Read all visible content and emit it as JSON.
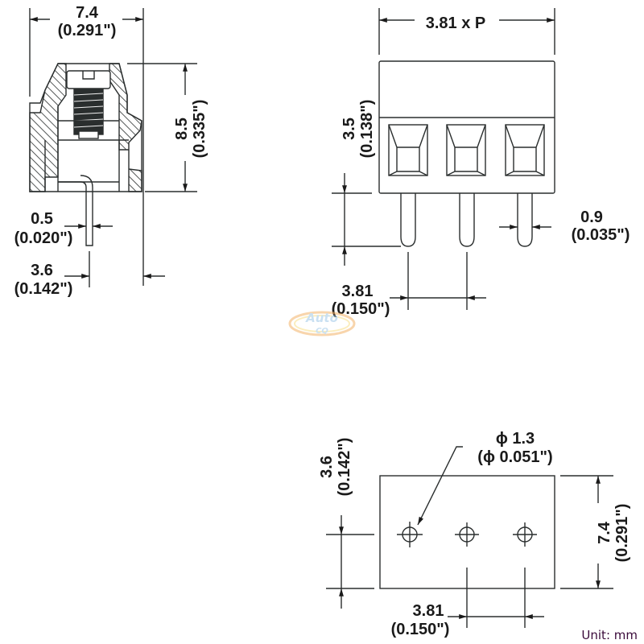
{
  "title": "Terminal block dimensional drawing",
  "unit_label": "Unit: mm",
  "colors": {
    "line": "#2a2e2e",
    "text": "#1a1a1a",
    "unit_text": "#3a0a3a",
    "watermark_blue": "#9ec8e8",
    "watermark_orange": "#f4b36a"
  },
  "side_view": {
    "width_mm": "7.4",
    "width_in": "(0.291\")",
    "height_mm": "8.5",
    "height_in": "(0.335\")",
    "pin_thickness_mm": "0.5",
    "pin_thickness_in": "(0.020\")",
    "pin_offset_mm": "3.6",
    "pin_offset_in": "(0.142\")"
  },
  "front_view": {
    "width_label": "3.81 x P",
    "pin_length_mm": "3.5",
    "pin_length_in": "(0.138\")",
    "pin_width_mm": "0.9",
    "pin_width_in": "(0.035\")",
    "pitch_mm": "3.81",
    "pitch_in": "(0.150\")",
    "poles": 3
  },
  "footprint_view": {
    "hole_dia_mm": "ϕ 1.3",
    "hole_dia_in": "(ϕ 0.051\")",
    "hole_offset_mm": "3.6",
    "hole_offset_in": "(0.142\")",
    "depth_mm": "7.4",
    "depth_in": "(0.291\")",
    "pitch_mm": "3.81",
    "pitch_in": "(0.150\")"
  },
  "watermark": {
    "line1": "Auto",
    "line2": "CQ"
  }
}
